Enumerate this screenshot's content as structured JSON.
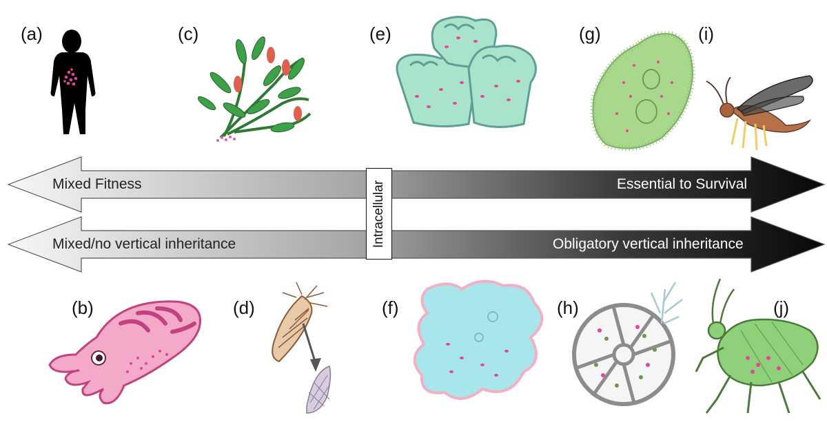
{
  "panel_labels": {
    "a": "(a)",
    "b": "(b)",
    "c": "(c)",
    "d": "(d)",
    "e": "(e)",
    "f": "(f)",
    "g": "(g)",
    "h": "(h)",
    "i": "(i)",
    "j": "(j)"
  },
  "arrows": {
    "top": {
      "left_label": "Mixed Fitness",
      "right_label": "Essential to Survival"
    },
    "bottom": {
      "left_label": "Mixed/no vertical inheritance",
      "right_label": "Obligatory vertical inheritance"
    }
  },
  "center_label": "Intracellular",
  "colors": {
    "gradient_light": "#f4f4f4",
    "gradient_dark": "#0c0c0c",
    "symbiont_magenta": "#e0479a",
    "plant_green": "#3f9a45",
    "coral_mint": "#a9e3cc",
    "cuttlefish_pink": "#f2a3c4",
    "amoeba_cyan": "#a9e6ec",
    "ciliate_green": "#a8d88c",
    "aphid_green": "#8fd07a"
  }
}
